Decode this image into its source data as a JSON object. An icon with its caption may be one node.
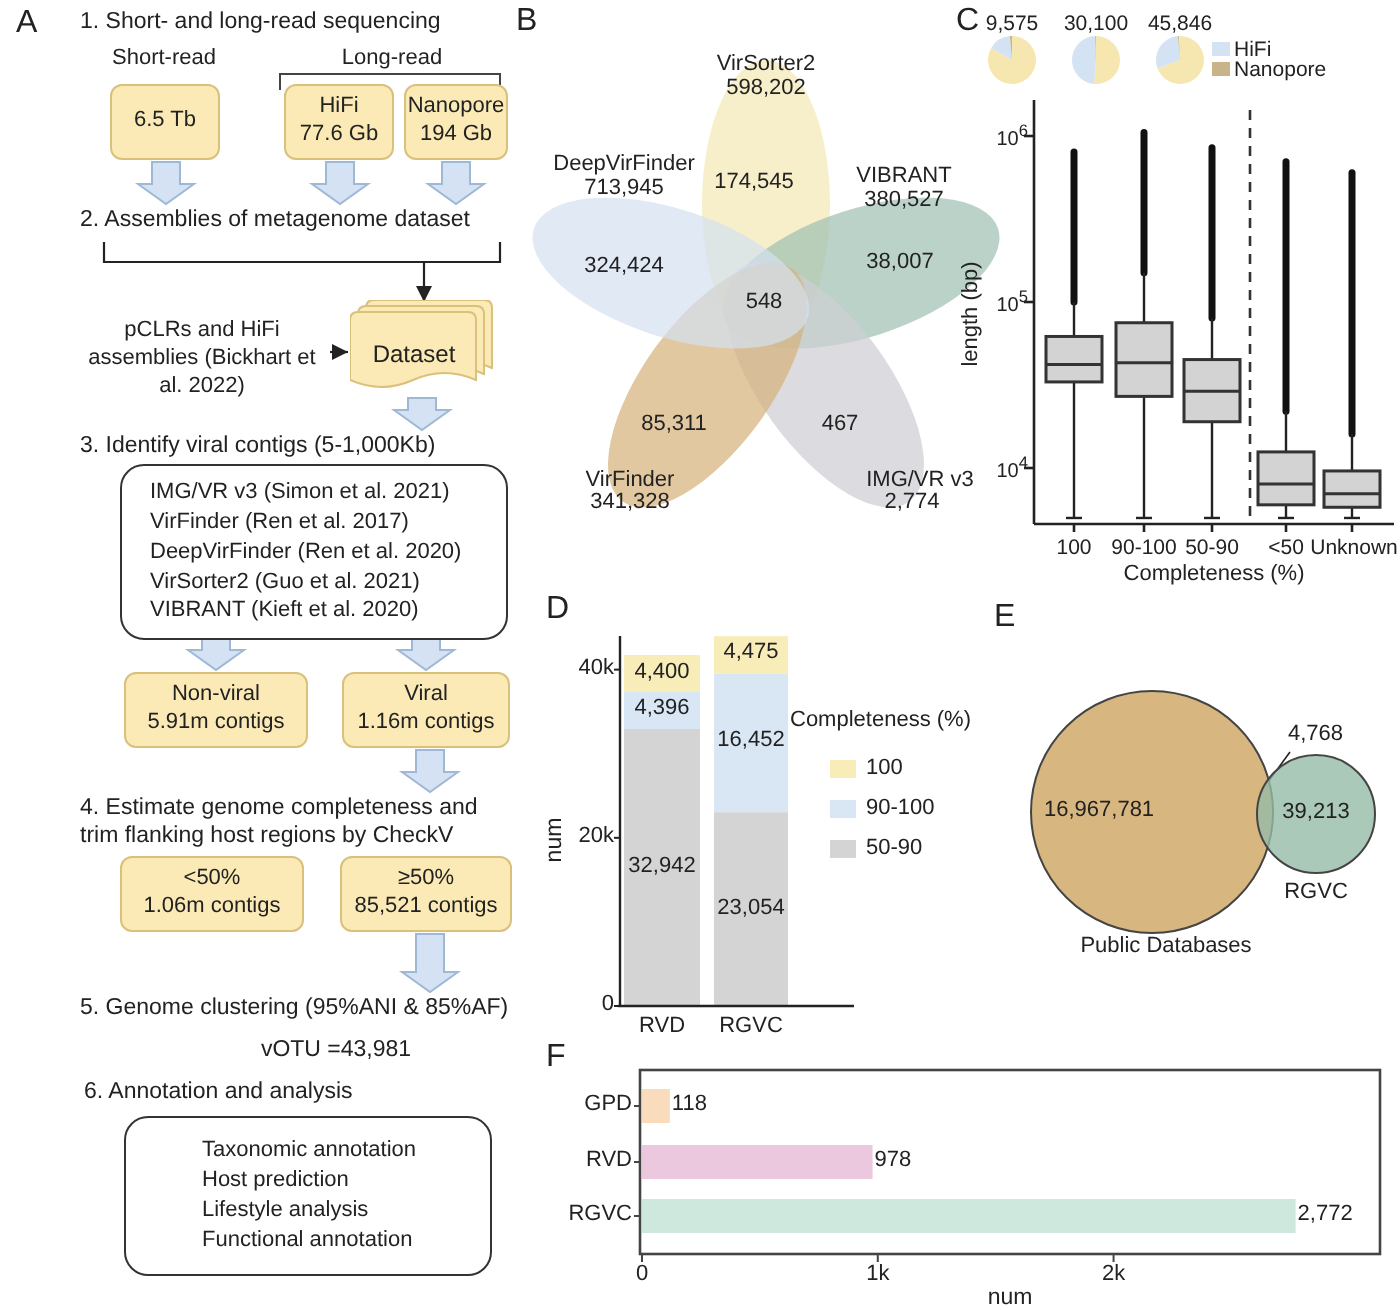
{
  "diagram": {
    "nodes": [
      {
        "text": [
          "6.5 Tb"
        ],
        "beside": [
          "Short-read"
        ]
      },
      {
        "text": [
          "HiFi",
          "77.6 Gb"
        ]
      },
      {
        "text": [
          "Nanopore",
          "194 Gb"
        ]
      },
      {
        "text": [
          "2. Assemblies of metagenome dataset"
        ]
      },
      {
        "text": [
          "pCLRs and HiFi assemblies (Bickhart et al. 2022)"
        ]
      },
      {
        "text": [
          "Dataset"
        ]
      },
      {
        "text": [
          "3. Identify viral contigs (5-1,000Kb)"
        ]
      },
      {
        "text": [
          "IMG/VR v3 (Simon et al. 2021)",
          "VirFinder (Ren et al. 2017)",
          "DeepVirFinder (Ren et al. 2020)",
          "VirSorter2 (Guo et al. 2021)",
          "VIBRANT (Kieft et al. 2020)"
        ]
      },
      {
        "text": [
          "Non-viral",
          "5.91m contigs"
        ]
      },
      {
        "text": [
          "Viral",
          "1.16m contigs"
        ]
      },
      {
        "text": [
          "4. Estimate genome completeness and trim flanking host regions by CheckV"
        ]
      },
      {
        "text": [
          "<50%",
          "1.06m contigs"
        ]
      },
      {
        "text": [
          "≥50%",
          "85,521 contigs"
        ]
      },
      {
        "text": [
          "5. Genome clustering (95%ANI & 85%AF)"
        ]
      },
      {
        "text": [
          "Taxonomic annotation",
          "Host prediction",
          "Lifestyle analysis",
          "Functional annotation"
        ],
        "beside": [
          "6. Annotation and analysis"
        ]
      },
      {
        "text": [
          "16,967,781"
        ],
        "beside": [
          "Public Databases"
        ]
      },
      {
        "text": [
          "4,768"
        ]
      },
      {
        "text": [
          "39,213"
        ],
        "beside": [
          "RGVC"
        ]
      }
    ],
    "edges": [
      {
        "from": 0,
        "to": 3,
        "arrow": "to"
      },
      {
        "from": 1,
        "to": 3,
        "arrow": "to"
      },
      {
        "from": 2,
        "to": 3,
        "arrow": "to"
      },
      {
        "from": 3,
        "to": 5,
        "arrow": "to"
      },
      {
        "from": 4,
        "to": 5,
        "arrow": "to"
      },
      {
        "from": 5,
        "to": 6,
        "arrow": "to"
      },
      {
        "from": 7,
        "to": 8,
        "arrow": "to"
      },
      {
        "from": 7,
        "to": 9,
        "arrow": "to"
      },
      {
        "from": 9,
        "to": 10,
        "arrow": "to"
      },
      {
        "from": 12,
        "to": 13,
        "arrow": "to"
      },
      {
        "from": 16,
        "to": 17,
        "arrow": "none"
      }
    ],
    "labels": [
      "A",
      "1. Short- and long-read sequencing",
      "Long-read",
      "vOTU =43,981",
      "B",
      "VirSorter2",
      "598,202",
      "DeepVirFinder",
      "713,945",
      "174,545",
      "VIBRANT",
      "380,527",
      "324,424",
      "548",
      "38,007",
      "85,311",
      "467",
      "VirFinder",
      "341,328",
      "IMG/VR v3",
      "2,774",
      "C",
      "9,575",
      "30,100",
      "45,846",
      "10$^{6}$",
      "10$^{5}$",
      "10$^{4}$",
      "length (bp)",
      "100",
      "90-100",
      "50-90",
      "<50",
      "Unknown",
      "Completeness (%)",
      "D",
      "Completeness (%)",
      "E",
      "F"
    ],
    "legend": [
      {
        "text": "HiFi",
        "color": "#d4e3f4"
      },
      {
        "text": "Nanopore",
        "color": "#c9b48a"
      }
    ],
    "chart_data": [
      {
        "type": "bar",
        "stacked": true,
        "ylabel": "num",
        "categories": [
          "RVD",
          "RGVC"
        ],
        "ylim": [
          0,
          44000
        ],
        "yticks": [
          0,
          {
            "value": 20000,
            "label": "20k"
          },
          {
            "value": 40000,
            "label": "40k"
          }
        ],
        "legend": "right",
        "series": [
          {
            "name": "50-90",
            "color": "#d4d4d4",
            "values": [
              32942,
              23054
            ]
          },
          {
            "name": "90-100",
            "color": "#d9e6f4",
            "values": [
              4396,
              16452
            ]
          },
          {
            "name": "100",
            "color": "#f8edb8",
            "values": [
              4400,
              4475
            ]
          }
        ],
        "value_labels": [
          [
            "32,942",
            "23,054"
          ],
          [
            "4,396",
            "16,452"
          ],
          [
            "4,400",
            "4,475"
          ]
        ]
      },
      {
        "type": "bar",
        "orientation": "horizontal",
        "xlabel": "num",
        "categories": [
          "GPD",
          "RVD",
          "RGVC"
        ],
        "xlim": [
          0,
          3130
        ],
        "xticks": [
          0,
          {
            "value": 1000,
            "label": "1k"
          },
          {
            "value": 2000,
            "label": "2k"
          }
        ],
        "series": [
          {
            "color": "#f9dcbc",
            "values": [
              118,
              null,
              null
            ]
          },
          {
            "color": "#ecc8df",
            "values": [
              null,
              978,
              null
            ]
          },
          {
            "color": "#cfe8dd",
            "values": [
              null,
              null,
              2772
            ]
          }
        ],
        "value_labels": [
          [
            "118",
            null,
            null
          ],
          [
            null,
            "978",
            null
          ],
          [
            null,
            null,
            "2,772"
          ]
        ]
      }
    ]
  }
}
